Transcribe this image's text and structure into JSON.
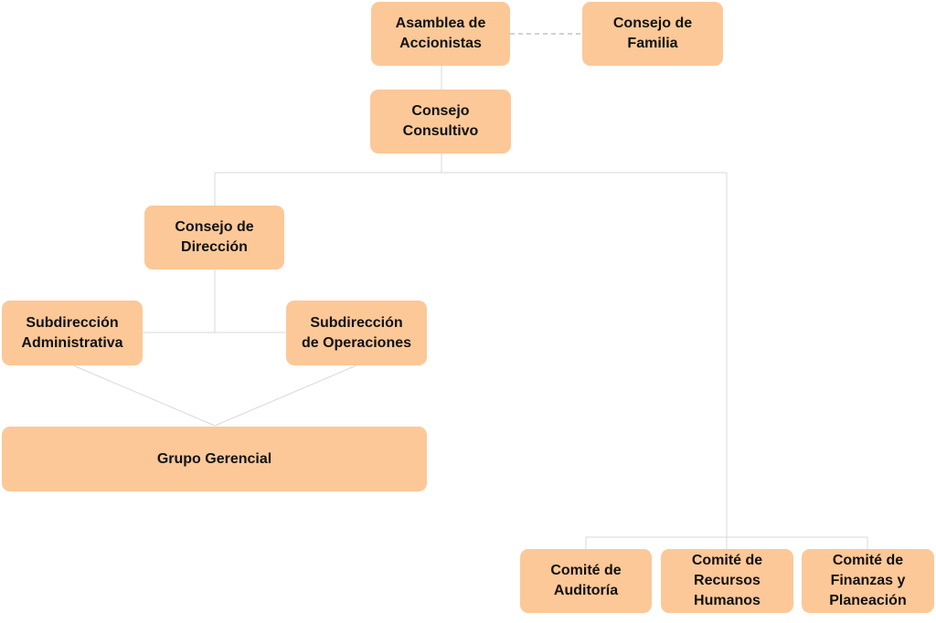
{
  "org_chart": {
    "nodes": {
      "asamblea": "Asamblea de\nAccionistas",
      "familia": "Consejo de\nFamilia",
      "consultivo": "Consejo\nConsultivo",
      "direccion": "Consejo de\nDirección",
      "admin": "Subdirección\nAdministrativa",
      "operaciones": "Subdirección\nde Operaciones",
      "gerencial": "Grupo Gerencial",
      "auditoria": "Comité de\nAuditoría",
      "rrhh": "Comité de\nRecursos\nHumanos",
      "finanzas": "Comité de\nFinanzas y\nPlaneación"
    },
    "relations": [
      {
        "from": "asamblea",
        "to": "familia",
        "style": "dashed"
      },
      {
        "from": "asamblea",
        "to": "consultivo",
        "style": "solid"
      },
      {
        "from": "consultivo",
        "to": "direccion",
        "style": "solid"
      },
      {
        "from": "consultivo",
        "to": "auditoria",
        "style": "solid"
      },
      {
        "from": "consultivo",
        "to": "rrhh",
        "style": "solid"
      },
      {
        "from": "consultivo",
        "to": "finanzas",
        "style": "solid"
      },
      {
        "from": "direccion",
        "to": "admin",
        "style": "solid"
      },
      {
        "from": "direccion",
        "to": "operaciones",
        "style": "solid"
      },
      {
        "from": "admin",
        "to": "gerencial",
        "style": "solid"
      },
      {
        "from": "operaciones",
        "to": "gerencial",
        "style": "solid"
      }
    ]
  },
  "colors": {
    "node_fill": "#fcc898",
    "node_text": "#111111",
    "connector": "#d9d9d9",
    "dashed_connector": "#a6a6a6"
  }
}
